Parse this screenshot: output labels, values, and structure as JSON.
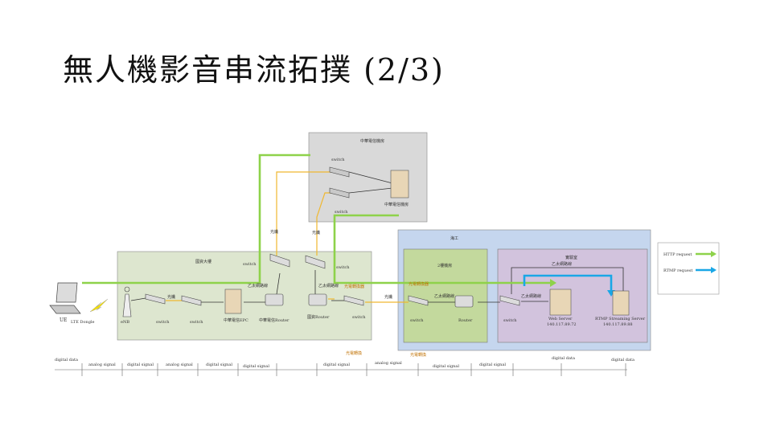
{
  "slide": {
    "title": "無人機影音串流拓撲 (2/3)"
  },
  "regions": {
    "cht_datacenter": "中華電信機房",
    "building": "國資大樓",
    "campus": "海工",
    "engineering_room": "2樓機房",
    "lab": "實驗室"
  },
  "devices": {
    "cht_switch_top": "switch",
    "cht_switch_bottom": "switch",
    "cht_server": "中華電信機房",
    "ue": "UE",
    "lte_dongle": "LTE Dongle",
    "enb": "eNB",
    "switch_1": "switch",
    "switch_2": "switch",
    "epc": "中華電信EPC",
    "cht_router": "中華電信Router",
    "building_switch_top": "switch",
    "building_switch_right": "switch",
    "nchc_router": "國資Router",
    "switch_edge": "switch",
    "campus_switch": "switch",
    "campus_router": "Router",
    "lab_switch": "switch",
    "web_server": "Web Server",
    "web_server_ip": "140.117.89.72",
    "rtmp_server": "RTMP Streaming Server",
    "rtmp_server_ip": "140.117.89.88"
  },
  "link_labels": {
    "fiber_1": "光纖",
    "fiber_2": "光纖",
    "fiber_3": "光纖",
    "fiber_4": "光纖",
    "ethernet_1": "乙太網路線",
    "ethernet_2": "乙太網路線",
    "ethernet_3": "乙太網路線",
    "ethernet_4": "乙太網路線",
    "fiber_converter_1": "光電轉換器",
    "fiber_converter_2": "光電轉換器"
  },
  "legend": {
    "http": "HTTP request",
    "rtmp": "RTMP request"
  },
  "signal_bar": {
    "labels": [
      "digital data",
      "analog signal",
      "digital signal",
      "analog signal",
      "digital signal",
      "digital signal",
      "digital signal",
      "analog signal",
      "digital signal",
      "digital signal",
      "digital data"
    ],
    "converters": [
      "光電轉換",
      "光電轉換"
    ]
  },
  "colors": {
    "http": "#8ed24a",
    "rtmp": "#1aa7e6",
    "fiber": "#f0b830",
    "cht_region": "#d9d9d9",
    "building_region": "#dde6cf",
    "campus_region": "#c5d6ee",
    "engineering_region": "#c3d99d",
    "lab_region": "#d2c3dd"
  }
}
